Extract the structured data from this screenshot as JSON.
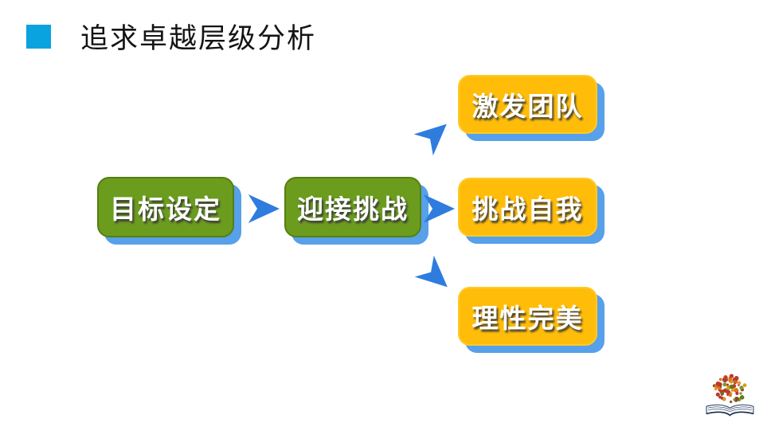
{
  "slide": {
    "title": "追求卓越层级分析"
  },
  "colors": {
    "title_bullet": "#09A3E0",
    "green_node": "#6B9C1E",
    "yellow_node": "#FFBD0A",
    "node_shadow": "#57A0EA",
    "arrow": "#2F7CDF",
    "node_text": "#ffffff"
  },
  "diagram": {
    "nodes": [
      {
        "id": "goal-setting",
        "label": "目标设定",
        "color": "green"
      },
      {
        "id": "meet-challenge",
        "label": "迎接挑战",
        "color": "green"
      },
      {
        "id": "inspire-team",
        "label": "激发团队",
        "color": "yellow"
      },
      {
        "id": "challenge-self",
        "label": "挑战自我",
        "color": "yellow"
      },
      {
        "id": "rational-perfect",
        "label": "理性完美",
        "color": "yellow"
      }
    ],
    "arrows": [
      {
        "icon": "arrow-right-icon",
        "from": "goal-setting",
        "to": "meet-challenge"
      },
      {
        "icon": "arrow-up-right-icon",
        "from": "meet-challenge",
        "to": "inspire-team"
      },
      {
        "icon": "arrow-right-icon",
        "from": "meet-challenge",
        "to": "challenge-self"
      },
      {
        "icon": "arrow-down-right-icon",
        "from": "meet-challenge",
        "to": "rational-perfect"
      }
    ]
  },
  "logo": {
    "name": "open-book-with-flower-ball-logo",
    "dot_colors": [
      "#c0392b",
      "#e2711d",
      "#7a9a2e",
      "#8a4b1f",
      "#d4a017",
      "#b03a2e",
      "#5d7a1e",
      "#e8934a"
    ]
  }
}
